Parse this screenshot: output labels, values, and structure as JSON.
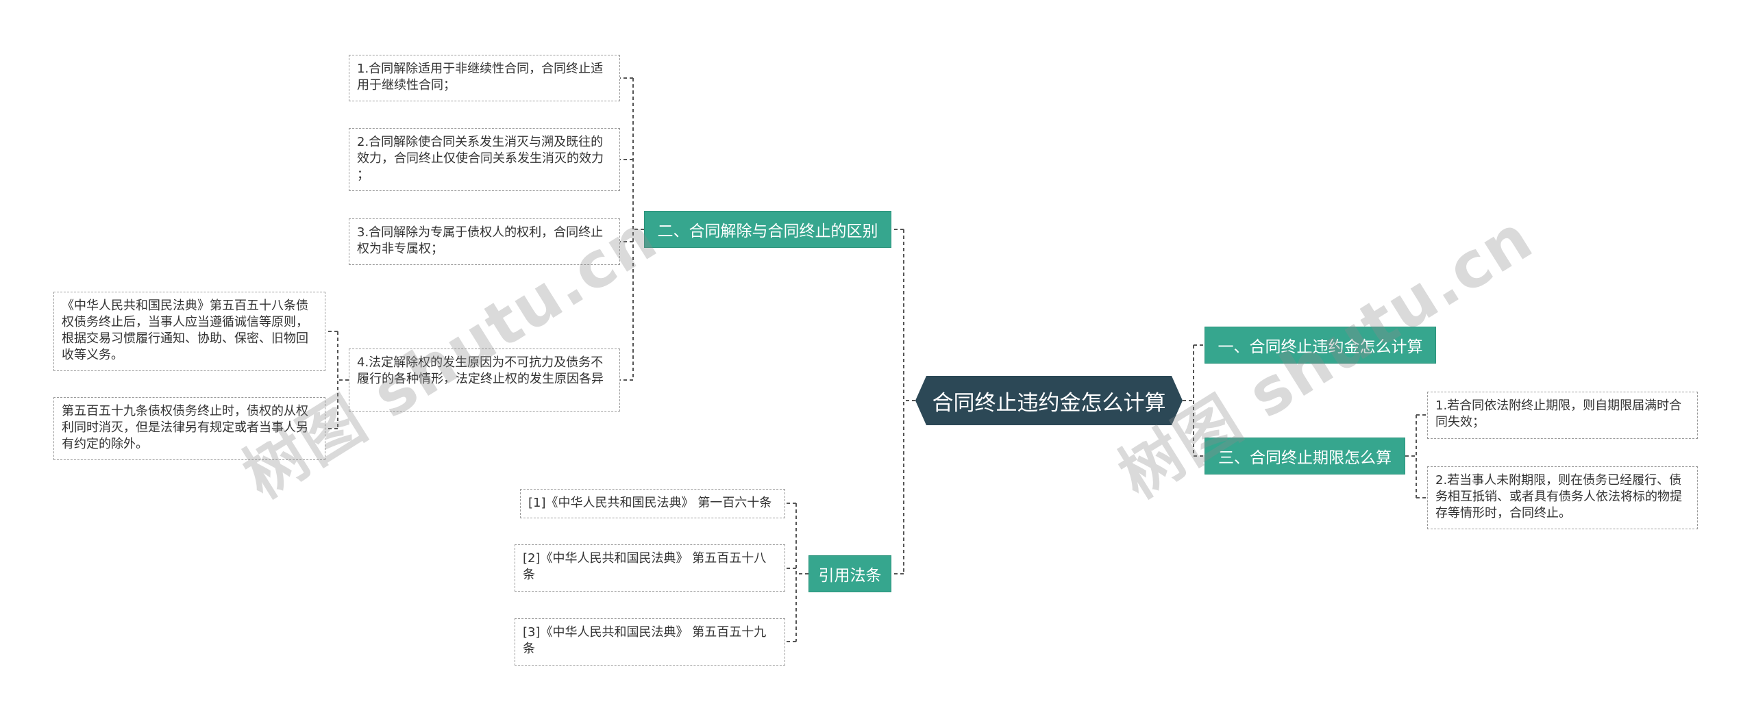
{
  "watermark": "树图 shutu.cn",
  "colors": {
    "background": "#ffffff",
    "root_fill": "#2c4856",
    "branch_fill": "#36a68e",
    "branch_border": "#2b937b",
    "leaf_border": "#9a9a9a",
    "leaf_text": "#333333",
    "connector": "#555555",
    "watermark": "rgba(140,140,140,0.32)"
  },
  "mindmap": {
    "root": "合同终止违约金怎么计算",
    "left_branches": [
      {
        "label": "二、合同解除与合同终止的区别",
        "children": [
          {
            "lines": [
              "1.合同解除适用于非继续性合同，合同终止适",
              "用于继续性合同；"
            ]
          },
          {
            "lines": [
              "2.合同解除使合同关系发生消灭与溯及既往的",
              "效力，合同终止仅使合同关系发生消灭的效力",
              "；"
            ]
          },
          {
            "lines": [
              "3.合同解除为专属于债权人的权利，合同终止",
              "权为非专属权；"
            ]
          },
          {
            "lines": [
              "4.法定解除权的发生原因为不可抗力及债务不",
              "履行的各种情形，法定终止权的发生原因各异"
            ],
            "children": [
              {
                "lines": [
                  "《中华人民共和国民法典》第五百五十八条债",
                  "权债务终止后，当事人应当遵循诚信等原则，",
                  "根据交易习惯履行通知、协助、保密、旧物回",
                  "收等义务。"
                ]
              },
              {
                "lines": [
                  "第五百五十九条债权债务终止时，债权的从权",
                  "利同时消灭，但是法律另有规定或者当事人另",
                  "有约定的除外。"
                ]
              }
            ]
          }
        ]
      },
      {
        "label": "引用法条",
        "children": [
          {
            "lines": [
              "[1]《中华人民共和国民法典》 第一百六十条"
            ]
          },
          {
            "lines": [
              "[2]《中华人民共和国民法典》 第五百五十八",
              "条"
            ]
          },
          {
            "lines": [
              "[3]《中华人民共和国民法典》 第五百五十九",
              "条"
            ]
          }
        ]
      }
    ],
    "right_branches": [
      {
        "label": "一、合同终止违约金怎么计算"
      },
      {
        "label": "三、合同终止期限怎么算",
        "children": [
          {
            "lines": [
              "1.若合同依法附终止期限，则自期限届满时合",
              "同失效；"
            ]
          },
          {
            "lines": [
              "2.若当事人未附期限，则在债务已经履行、债",
              "务相互抵销、或者具有债务人依法将标的物提",
              "存等情形时，合同终止。"
            ]
          }
        ]
      }
    ]
  }
}
